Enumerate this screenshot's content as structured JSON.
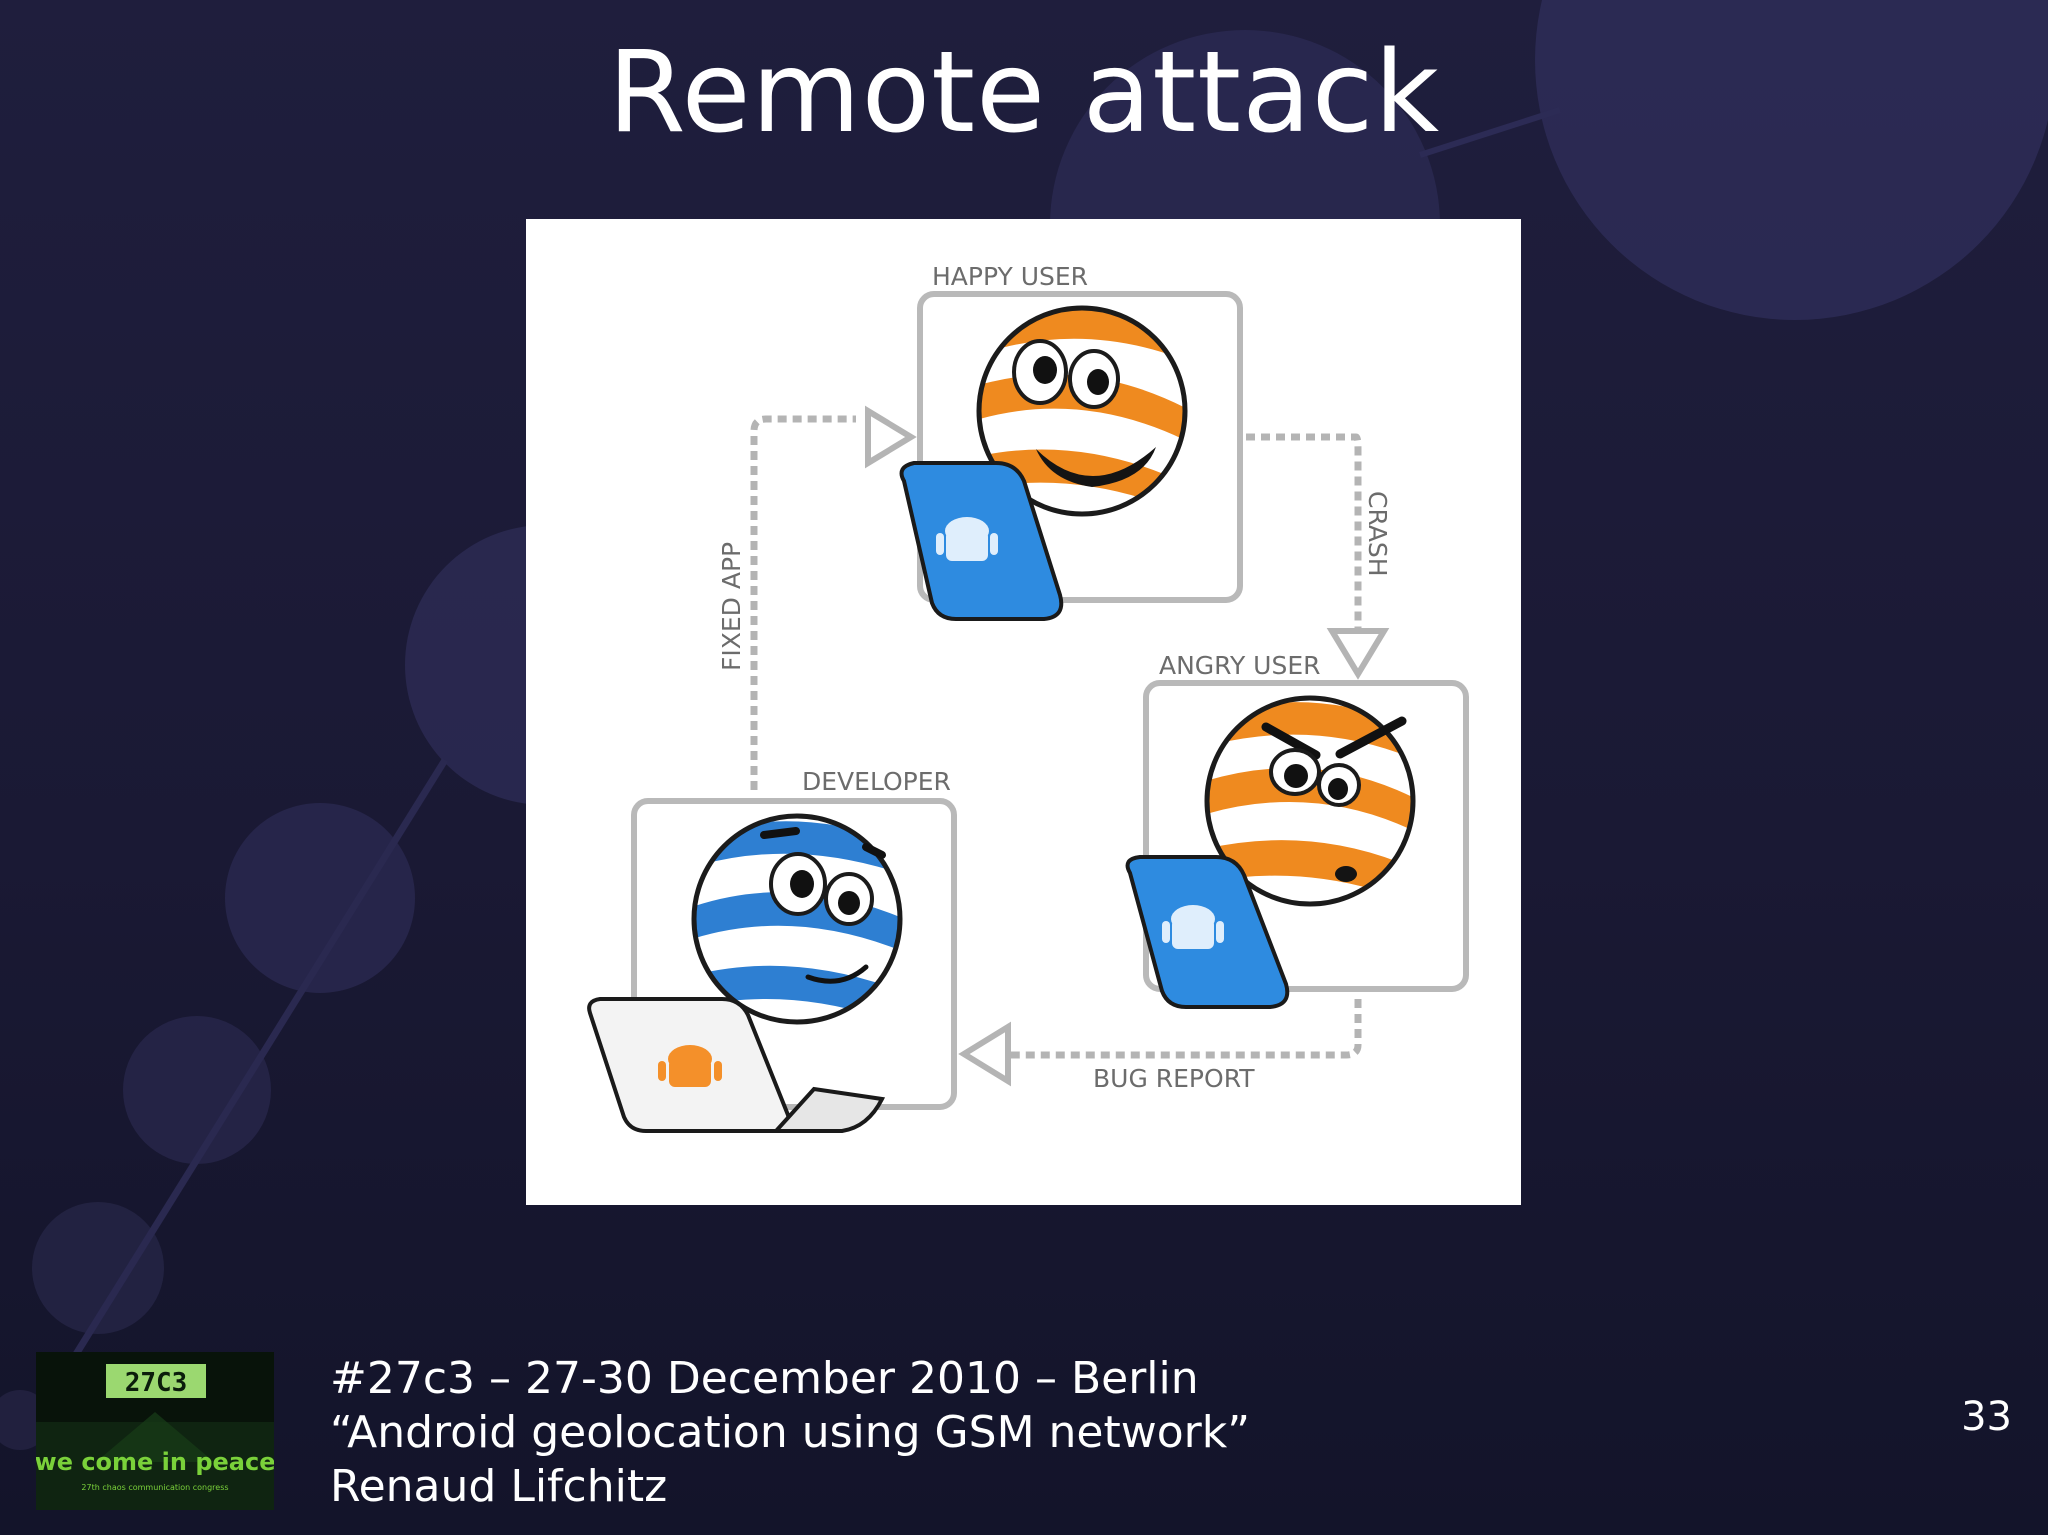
{
  "slide": {
    "title": "Remote attack",
    "page_number": "33"
  },
  "diagram": {
    "labels": {
      "happy_user": "HAPPY USER",
      "angry_user": "ANGRY USER",
      "developer": "DEVELOPER",
      "fixed_app": "FIXED APP",
      "crash": "CRASH",
      "bug_report": "BUG REPORT"
    }
  },
  "footer": {
    "event_line": "#27c3 – 27-30 December 2010 – Berlin",
    "talk_title_line": "“Android geolocation using GSM network”",
    "author_line": "Renaud Lifchitz",
    "logo_text": "we come in peace",
    "logo_subtext": "27th chaos communication congress",
    "logo_badge": "27C3"
  },
  "colors": {
    "background": "#1c1b38",
    "orange_stripe": "#ef8a1f",
    "blue_stripe": "#2e7fd2",
    "laptop_blue": "#2e8be0",
    "logo_green": "#7ad13a"
  }
}
